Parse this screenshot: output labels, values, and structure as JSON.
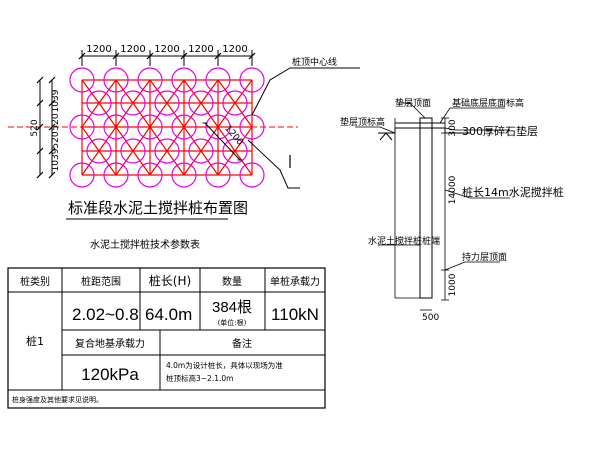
{
  "plan": {
    "spacings": [
      "1200",
      "1200",
      "1200",
      "1200",
      "1200"
    ],
    "left_dims": [
      "1039",
      "520",
      "520",
      "1039"
    ],
    "left_total": "520",
    "diag_dim": "1200",
    "leader_label": "桩顶中心线",
    "title": "标准段水泥土搅拌桩布置图"
  },
  "section": {
    "top_label": "垫层顶面",
    "top_right_label": "基础底层底面标高",
    "left_label": "垫层顶标高",
    "cushion_label": "300厚碎石垫层",
    "pile_label": "桩长14m水泥搅拌桩",
    "pile_dim": "14000",
    "top_dim": "300",
    "lower_left_label": "水泥土搅拌桩桩端",
    "bearing_label": "持力层顶面",
    "bottom_dim": "1000",
    "width_dim": "500"
  },
  "table": {
    "title": "水泥土搅拌桩技术参数表",
    "headers": [
      "桩类别",
      "桩距范围",
      "桩长(H)",
      "数量",
      "单桩承载力"
    ],
    "row_label": "桩1",
    "cells": [
      "2.02~0.8",
      "64.0m",
      "384根",
      "110kN"
    ],
    "count_note": "(单位:根)",
    "sub_headers": [
      "复合地基承载力",
      "备注"
    ],
    "capacity": "120kPa",
    "remark_line1": "4.0m为设计桩长，具体以现场为准",
    "remark_line2": "桩顶标高3~2.1.0m",
    "footnote": "桩身强度及其他要求见说明。"
  },
  "colors": {
    "pile": "#e600e6",
    "grid": "#ff0000",
    "line": "#000000"
  }
}
